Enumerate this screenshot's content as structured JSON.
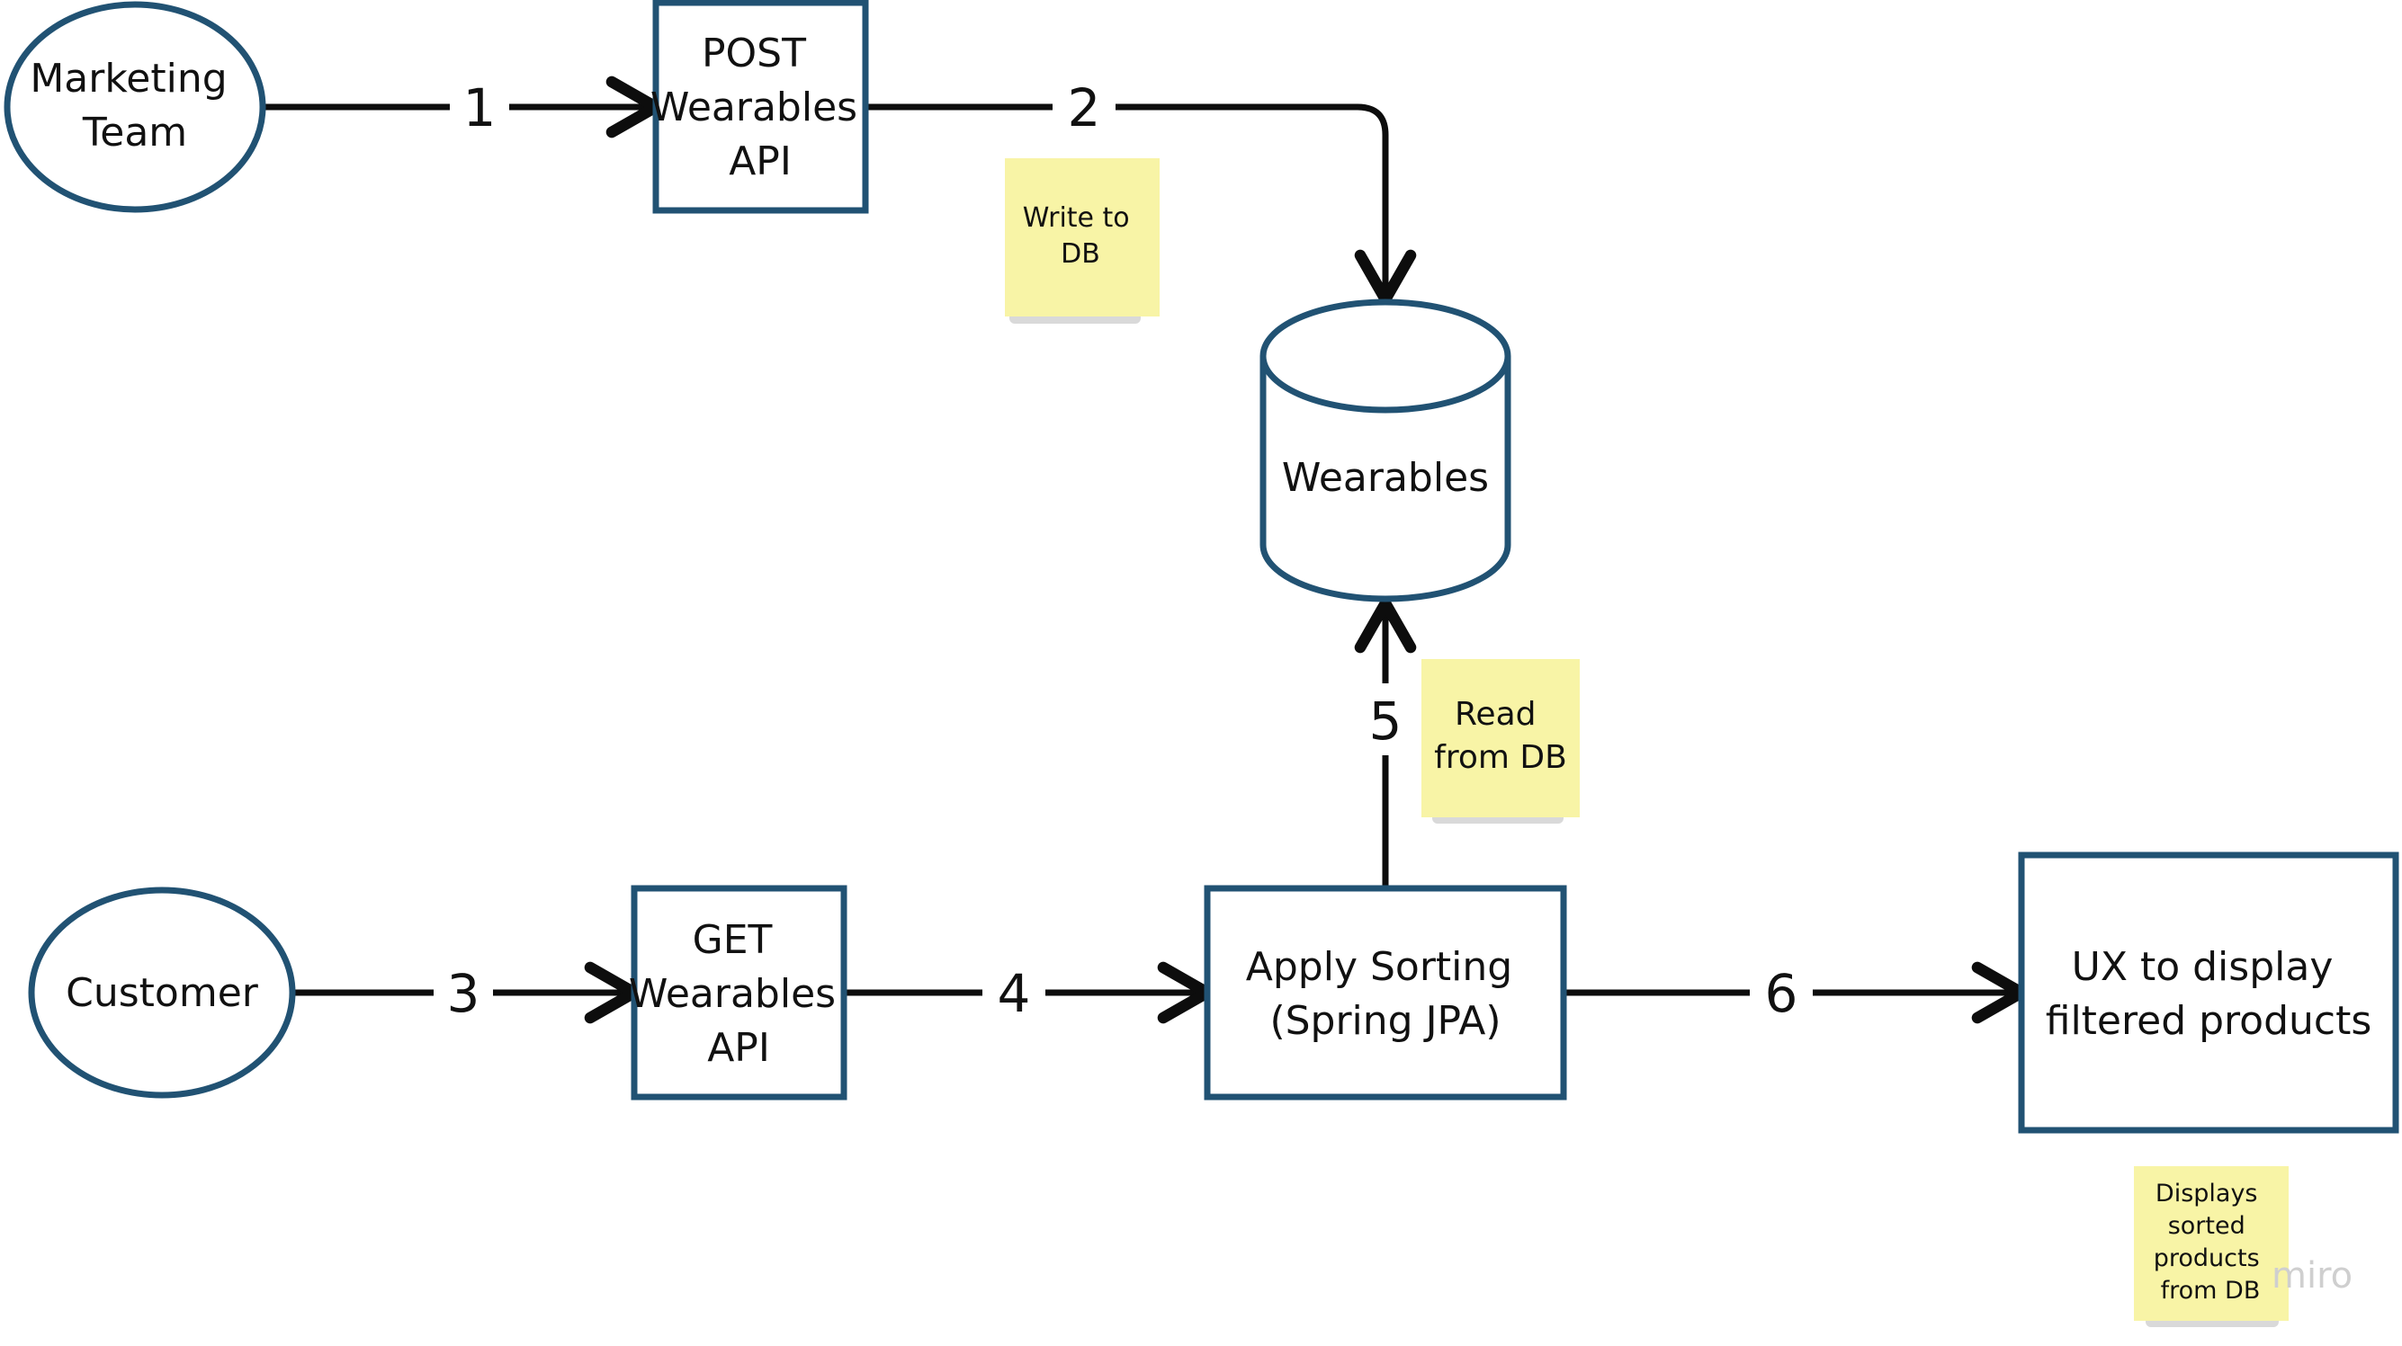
{
  "nodes": {
    "marketing_team": {
      "lines": [
        "Marketing",
        "Team"
      ]
    },
    "post_api": {
      "lines": [
        "POST",
        "Wearables",
        "API"
      ]
    },
    "wearables_db": {
      "lines": [
        "Wearables"
      ]
    },
    "customer": {
      "lines": [
        "Customer"
      ]
    },
    "get_api": {
      "lines": [
        "GET",
        "Wearables",
        "API"
      ]
    },
    "apply_sorting": {
      "lines": [
        "Apply Sorting",
        "(Spring JPA)"
      ]
    },
    "ux_display": {
      "lines": [
        "UX to display",
        "filtered products"
      ]
    }
  },
  "edges": {
    "e1": "1",
    "e2": "2",
    "e3": "3",
    "e4": "4",
    "e5": "5",
    "e6": "6"
  },
  "notes": {
    "write_db": {
      "lines": [
        "Write to",
        "DB"
      ]
    },
    "read_db": {
      "lines": [
        "Read",
        "from DB"
      ]
    },
    "displays": {
      "lines": [
        "Displays",
        "sorted",
        "products",
        "from DB"
      ]
    }
  },
  "watermark": "miro",
  "colors": {
    "node_border": "#215273",
    "edge": "#0d0d0d",
    "sticky": "#f8f4a6"
  }
}
